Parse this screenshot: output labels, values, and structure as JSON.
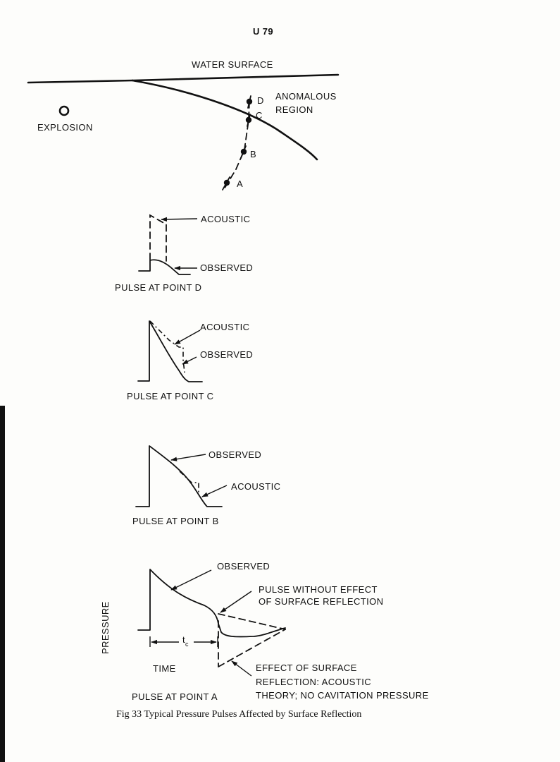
{
  "page": {
    "number": "U 79"
  },
  "figure": {
    "caption": "Fig 33  Typical Pressure Pulses Affected by Surface Reflection",
    "geometry": {
      "water_surface_label": "WATER SURFACE",
      "anomalous_label_line1": "ANOMALOUS",
      "anomalous_label_line2": "REGION",
      "explosion_label": "EXPLOSION",
      "points": [
        "D",
        "C",
        "B",
        "A"
      ]
    },
    "pulse_d": {
      "title": "PULSE AT POINT D",
      "acoustic_label": "ACOUSTIC",
      "observed_label": "OBSERVED"
    },
    "pulse_c": {
      "title": "PULSE AT POINT C",
      "acoustic_label": "ACOUSTIC",
      "observed_label": "OBSERVED"
    },
    "pulse_b": {
      "title": "PULSE AT POINT B",
      "observed_label": "OBSERVED",
      "acoustic_label": "ACOUSTIC"
    },
    "pulse_a": {
      "title": "PULSE AT POINT A",
      "observed_label": "OBSERVED",
      "without_effect_line1": "PULSE WITHOUT EFFECT",
      "without_effect_line2": "OF SURFACE REFLECTION",
      "effect_line1": "EFFECT OF SURFACE",
      "effect_line2": "REFLECTION:  ACOUSTIC",
      "effect_line3": "THEORY; NO CAVITATION PRESSURE",
      "pressure_axis_label": "PRESSURE",
      "time_axis_label": "TIME",
      "tc_letter": "t",
      "tc_subscript": "c"
    }
  }
}
